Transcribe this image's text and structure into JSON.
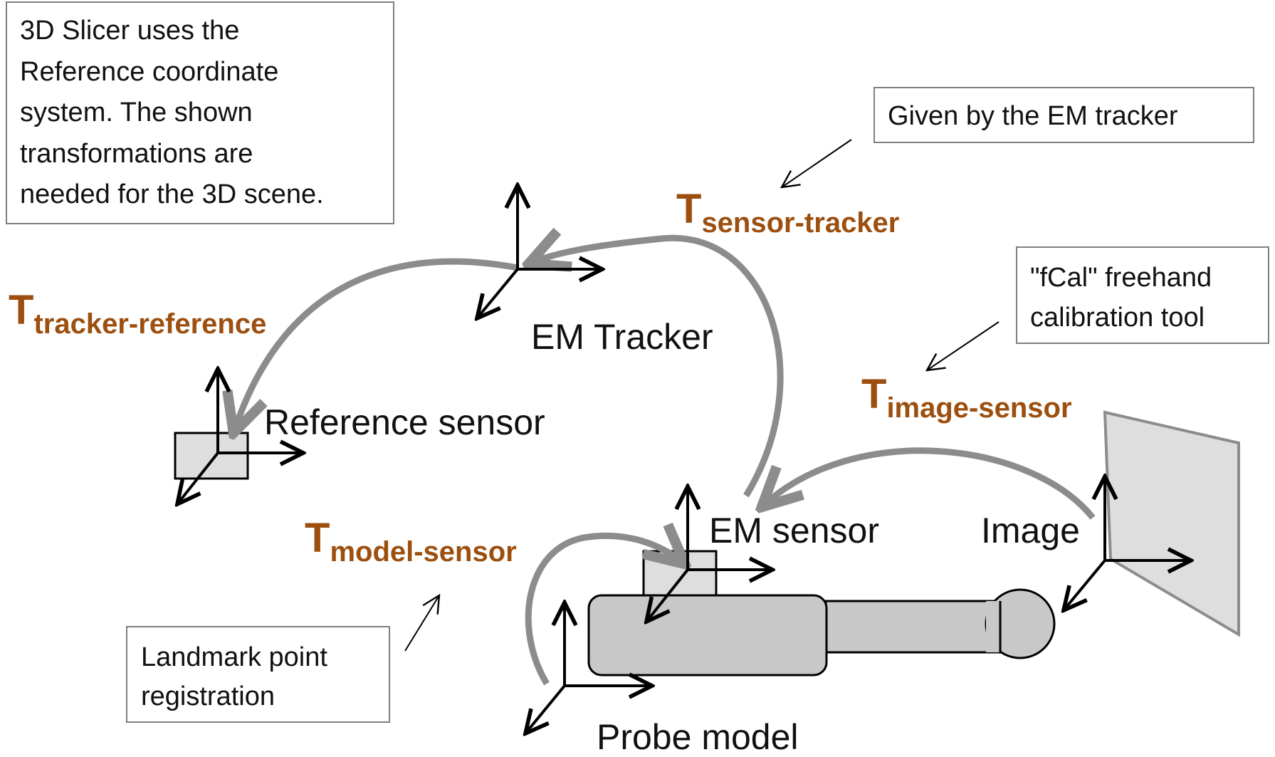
{
  "colors": {
    "transform_label": "#9C4F0F",
    "curve_arrow": "#8c8c8c",
    "shape_fill": "#c8c8c8",
    "shape_fill_light": "#dedede",
    "axis": "#000000",
    "box_border": "#7f7f7f"
  },
  "notes": {
    "slicer": [
      "3D Slicer uses the",
      "Reference coordinate",
      "system. The shown",
      "transformations are",
      "needed for the 3D scene."
    ],
    "em_tracker_given": [
      "Given by the EM tracker"
    ],
    "fcal": [
      "\"fCal\" freehand",
      "calibration tool"
    ],
    "landmark": [
      "Landmark point",
      "registration"
    ]
  },
  "labels": {
    "em_tracker": "EM Tracker",
    "reference_sensor": "Reference sensor",
    "em_sensor": "EM sensor",
    "image": "Image",
    "probe_model": "Probe model"
  },
  "transforms": {
    "tracker_reference": {
      "main": "T",
      "sub": "tracker-reference"
    },
    "sensor_tracker": {
      "main": "T",
      "sub": "sensor-tracker"
    },
    "image_sensor": {
      "main": "T",
      "sub": "image-sensor"
    },
    "model_sensor": {
      "main": "T",
      "sub": "model-sensor"
    }
  }
}
